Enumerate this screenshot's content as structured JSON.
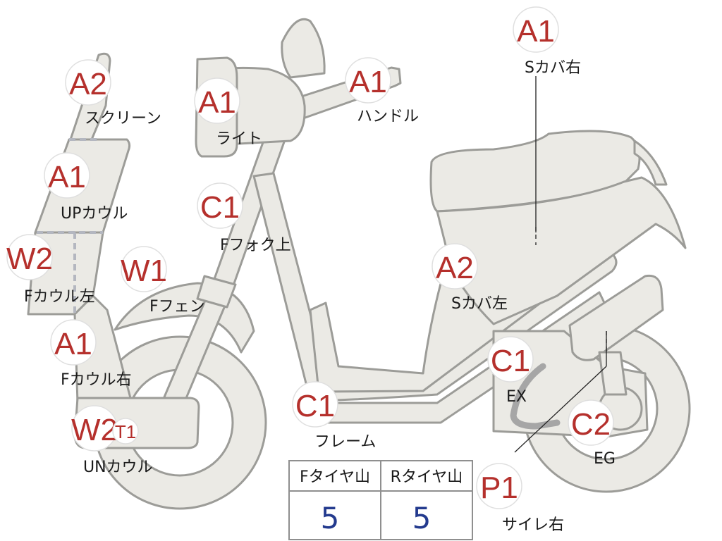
{
  "parts": [
    {
      "id": "screen",
      "grade": "A2",
      "label": "スクリーン"
    },
    {
      "id": "light",
      "grade": "A1",
      "label": "ライト"
    },
    {
      "id": "handle",
      "grade": "A1",
      "label": "ハンドル"
    },
    {
      "id": "s-cover-right",
      "grade": "A1",
      "label": "Sカバ右"
    },
    {
      "id": "up-cowl",
      "grade": "A1",
      "label": "UPカウル"
    },
    {
      "id": "f-fork-upper",
      "grade": "C1",
      "label": "Fフォク上"
    },
    {
      "id": "f-cowl-left",
      "grade": "W2",
      "label": "Fカウル左"
    },
    {
      "id": "f-fender",
      "grade": "W1",
      "label": "Fフェン"
    },
    {
      "id": "s-cover-left",
      "grade": "A2",
      "label": "Sカバ左"
    },
    {
      "id": "f-cowl-right",
      "grade": "A1",
      "label": "Fカウル右"
    },
    {
      "id": "ex",
      "grade": "C1",
      "label": "EX"
    },
    {
      "id": "un-cowl",
      "grade": "W2",
      "label": "UNカウル"
    },
    {
      "id": "un-cowl-t",
      "grade": "T1",
      "label": ""
    },
    {
      "id": "frame",
      "grade": "C1",
      "label": "フレーム"
    },
    {
      "id": "eg",
      "grade": "C2",
      "label": "EG"
    },
    {
      "id": "silencer-right",
      "grade": "P1",
      "label": "サイレ右"
    }
  ],
  "tread": {
    "headers": [
      "Fタイヤ山",
      "Rタイヤ山"
    ],
    "values": [
      "5",
      "5"
    ]
  },
  "colors": {
    "part_fill": "#ebeae5",
    "part_stroke": "#9c9c98",
    "grade_text": "#b5302c",
    "tread_value": "#233a8e"
  }
}
